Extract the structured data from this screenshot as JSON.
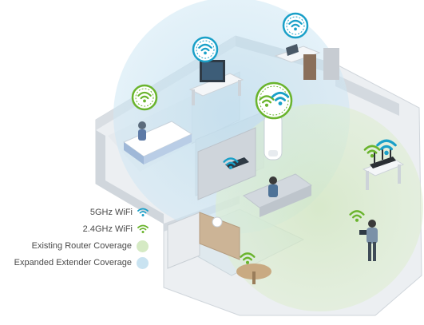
{
  "legend": {
    "items": [
      {
        "label": "5GHz WiFi",
        "icon": "wifi-5ghz-icon",
        "color": "#1aa0c8"
      },
      {
        "label": "2.4GHz WiFi",
        "icon": "wifi-2-4ghz-icon",
        "color": "#6ab42d"
      },
      {
        "label": "Existing Router Coverage",
        "icon": "router-coverage-swatch",
        "color": "#d5eac4"
      },
      {
        "label": "Expanded Extender Coverage",
        "icon": "extender-coverage-swatch",
        "color": "#c9e3f1"
      }
    ]
  },
  "colors": {
    "wifi_5ghz": "#1aa0c8",
    "wifi_2_4ghz": "#6ab42d",
    "router_coverage": "#d5eac4",
    "extender_coverage": "#c9e3f1",
    "wall": "#d8dde2",
    "floor": "#eef0f2"
  },
  "icons": [
    "wifi-5ghz-icon",
    "wifi-2-4ghz-icon",
    "range-extender-icon",
    "router-icon",
    "tv-icon",
    "laptop-icon",
    "tablet-icon",
    "person-icon",
    "bed-icon",
    "sofa-icon",
    "kitchen-icon"
  ]
}
